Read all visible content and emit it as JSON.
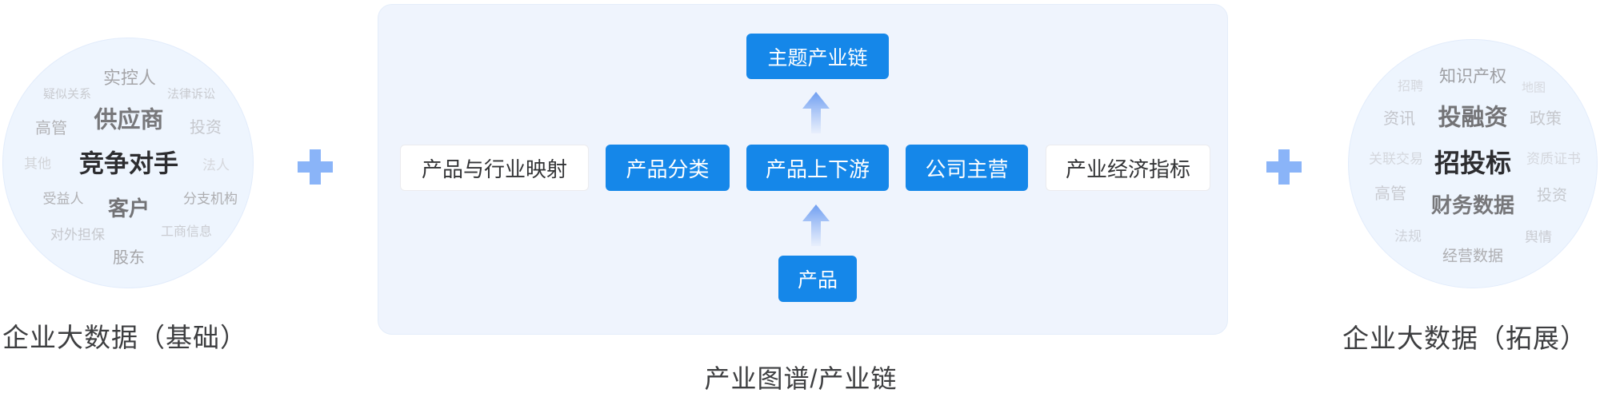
{
  "left_cluster": {
    "label": "企业大数据（基础）",
    "words": [
      "实控人",
      "疑似关系",
      "法律诉讼",
      "供应商",
      "高管",
      "投资",
      "其他",
      "竞争对手",
      "法人",
      "受益人",
      "客户",
      "分支机构",
      "对外担保",
      "工商信息",
      "股东"
    ]
  },
  "center_panel": {
    "caption": "产业图谱/产业链",
    "top_node": "主题产业链",
    "row_nodes": [
      "产品与行业映射",
      "产品分类",
      "产品上下游",
      "公司主营",
      "产业经济指标"
    ],
    "bottom_node": "产品"
  },
  "right_cluster": {
    "label": "企业大数据（拓展）",
    "words": [
      "招聘",
      "知识产权",
      "地图",
      "资讯",
      "投融资",
      "政策",
      "关联交易",
      "招投标",
      "资质证书",
      "高管",
      "财务数据",
      "投资",
      "法规",
      "舆情",
      "经营数据"
    ]
  },
  "operators": {
    "left_plus": "+",
    "right_plus": "+"
  },
  "colors": {
    "accent_blue": "#1587e9",
    "panel_bg": "#eff4fd",
    "cloud_bg": "#eef5fe",
    "plus_blue": "#8ab4f8",
    "arrow_head": "#6f9ef1",
    "arrow_tail": "#e7eefc",
    "label_text": "#3d3e40"
  }
}
